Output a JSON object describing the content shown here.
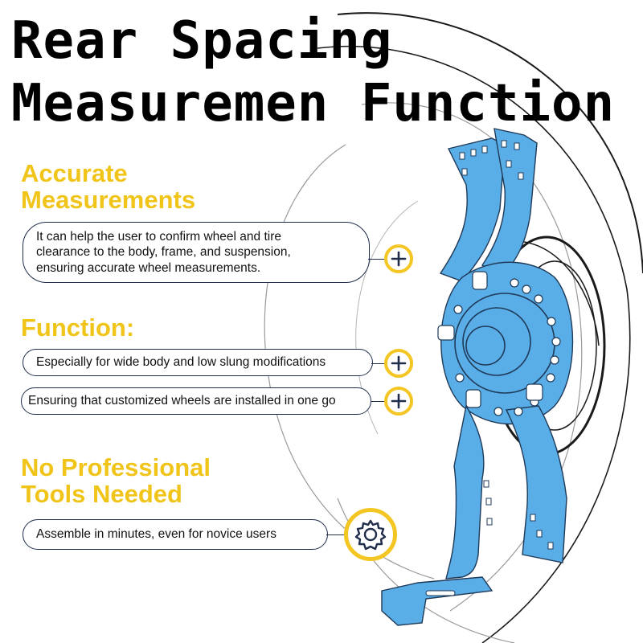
{
  "title": {
    "line1": "Rear Spacing",
    "line2": "Measuremen Function"
  },
  "sections": [
    {
      "heading_line1": "Accurate",
      "heading_line2": "Measurements",
      "items": [
        {
          "line1": "It can help the user to confirm wheel and tire",
          "line2": "clearance to the body, frame, and suspension,",
          "line3": "ensuring accurate wheel measurements.",
          "icon": "plus-icon"
        }
      ]
    },
    {
      "heading_line1": "Function:",
      "items": [
        {
          "line1": "Especially for wide body and low slung modifications",
          "icon": "plus-icon"
        },
        {
          "line1": "Ensuring that customized wheels are installed in one go",
          "icon": "plus-icon"
        }
      ]
    },
    {
      "heading_line1": "No Professional",
      "heading_line2": "Tools Needed",
      "items": [
        {
          "line1": "Assemble in minutes, even for novice users",
          "icon": "gear-icon"
        }
      ]
    }
  ],
  "colors": {
    "heading": "#f0c419",
    "badge_ring": "#f4c623",
    "outline": "#1f2d4a",
    "tool_blue": "#5aaee8"
  }
}
